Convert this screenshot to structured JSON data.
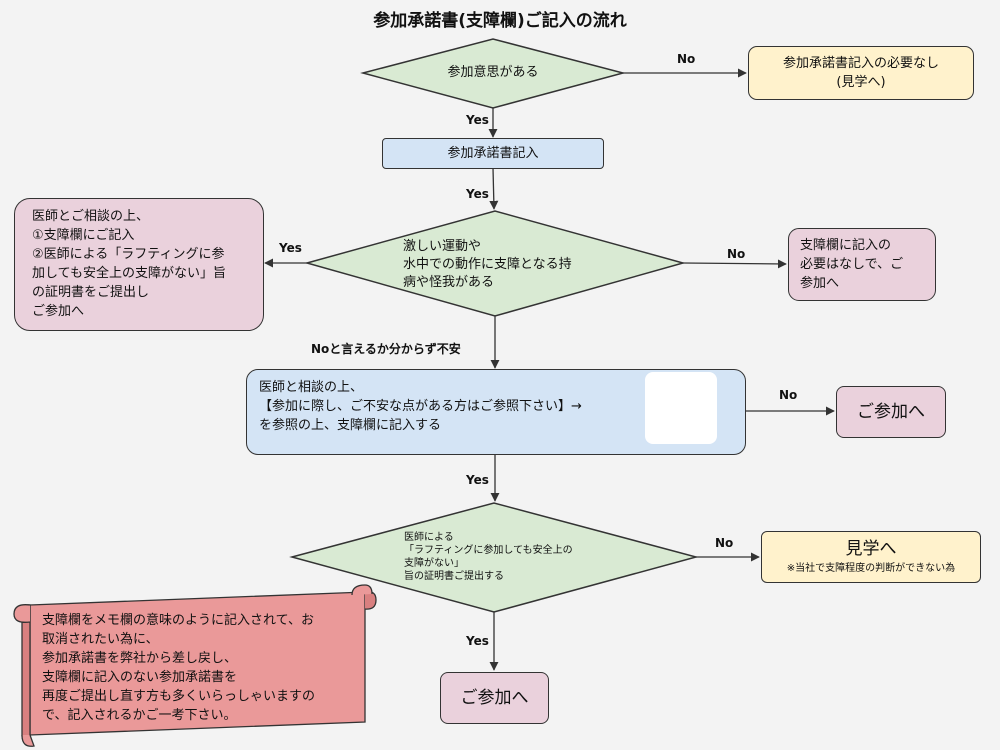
{
  "title": "参加承諾書(支障欄)ご記入の流れ",
  "decision_participate": "参加意思がある",
  "no_need_line1": "参加承諾書記入の必要なし",
  "no_need_line2": "(見学へ)",
  "fill_form": "参加承諾書記入",
  "condition_lines": [
    "激しい運動や",
    "水中での動作に支障となる持",
    "病や怪我がある"
  ],
  "consult_lines": [
    "医師とご相談の上、",
    "①支障欄にご記入",
    "②医師による「ラフティングに参",
    "加しても安全上の支障がない」旨",
    "の証明書をご提出し",
    "ご参加へ"
  ],
  "no_issue_lines": [
    "支障欄に記入の",
    "必要はなしで、ご",
    "参加へ"
  ],
  "unsure_label": "Noと言えるか分からず不安",
  "consult2_lines": [
    "医師と相談の上、",
    "【参加に際し、ご不安な点がある方はご参照下さい】→",
    "を参照の上、支障欄に記入する"
  ],
  "participate": "ご参加へ",
  "certificate_lines": [
    "医師による",
    "「ラフティングに参加しても安全上の",
    "支障がない」",
    "旨の証明書ご提出する"
  ],
  "observe": "見学へ",
  "observe_note": "※当社で支障程度の判断ができない為",
  "note_lines": [
    "支障欄をメモ欄の意味のように記入されて、お",
    "取消されたい為に、",
    "参加承諾書を弊社から差し戻し、",
    "支障欄に記入のない参加承諾書を",
    "再度ご提出し直す方も多くいらっしゃいますの",
    "で、記入されるかご一考下さい。"
  ],
  "labels": {
    "yes": "Yes",
    "no": "No"
  },
  "colors": {
    "decision_fill": "#d9ead3",
    "yellow_box": "#fff2cc",
    "blue_box": "#d4e4f5",
    "pink_box": "#ead1dc",
    "scroll_fill": "#ea9999"
  }
}
